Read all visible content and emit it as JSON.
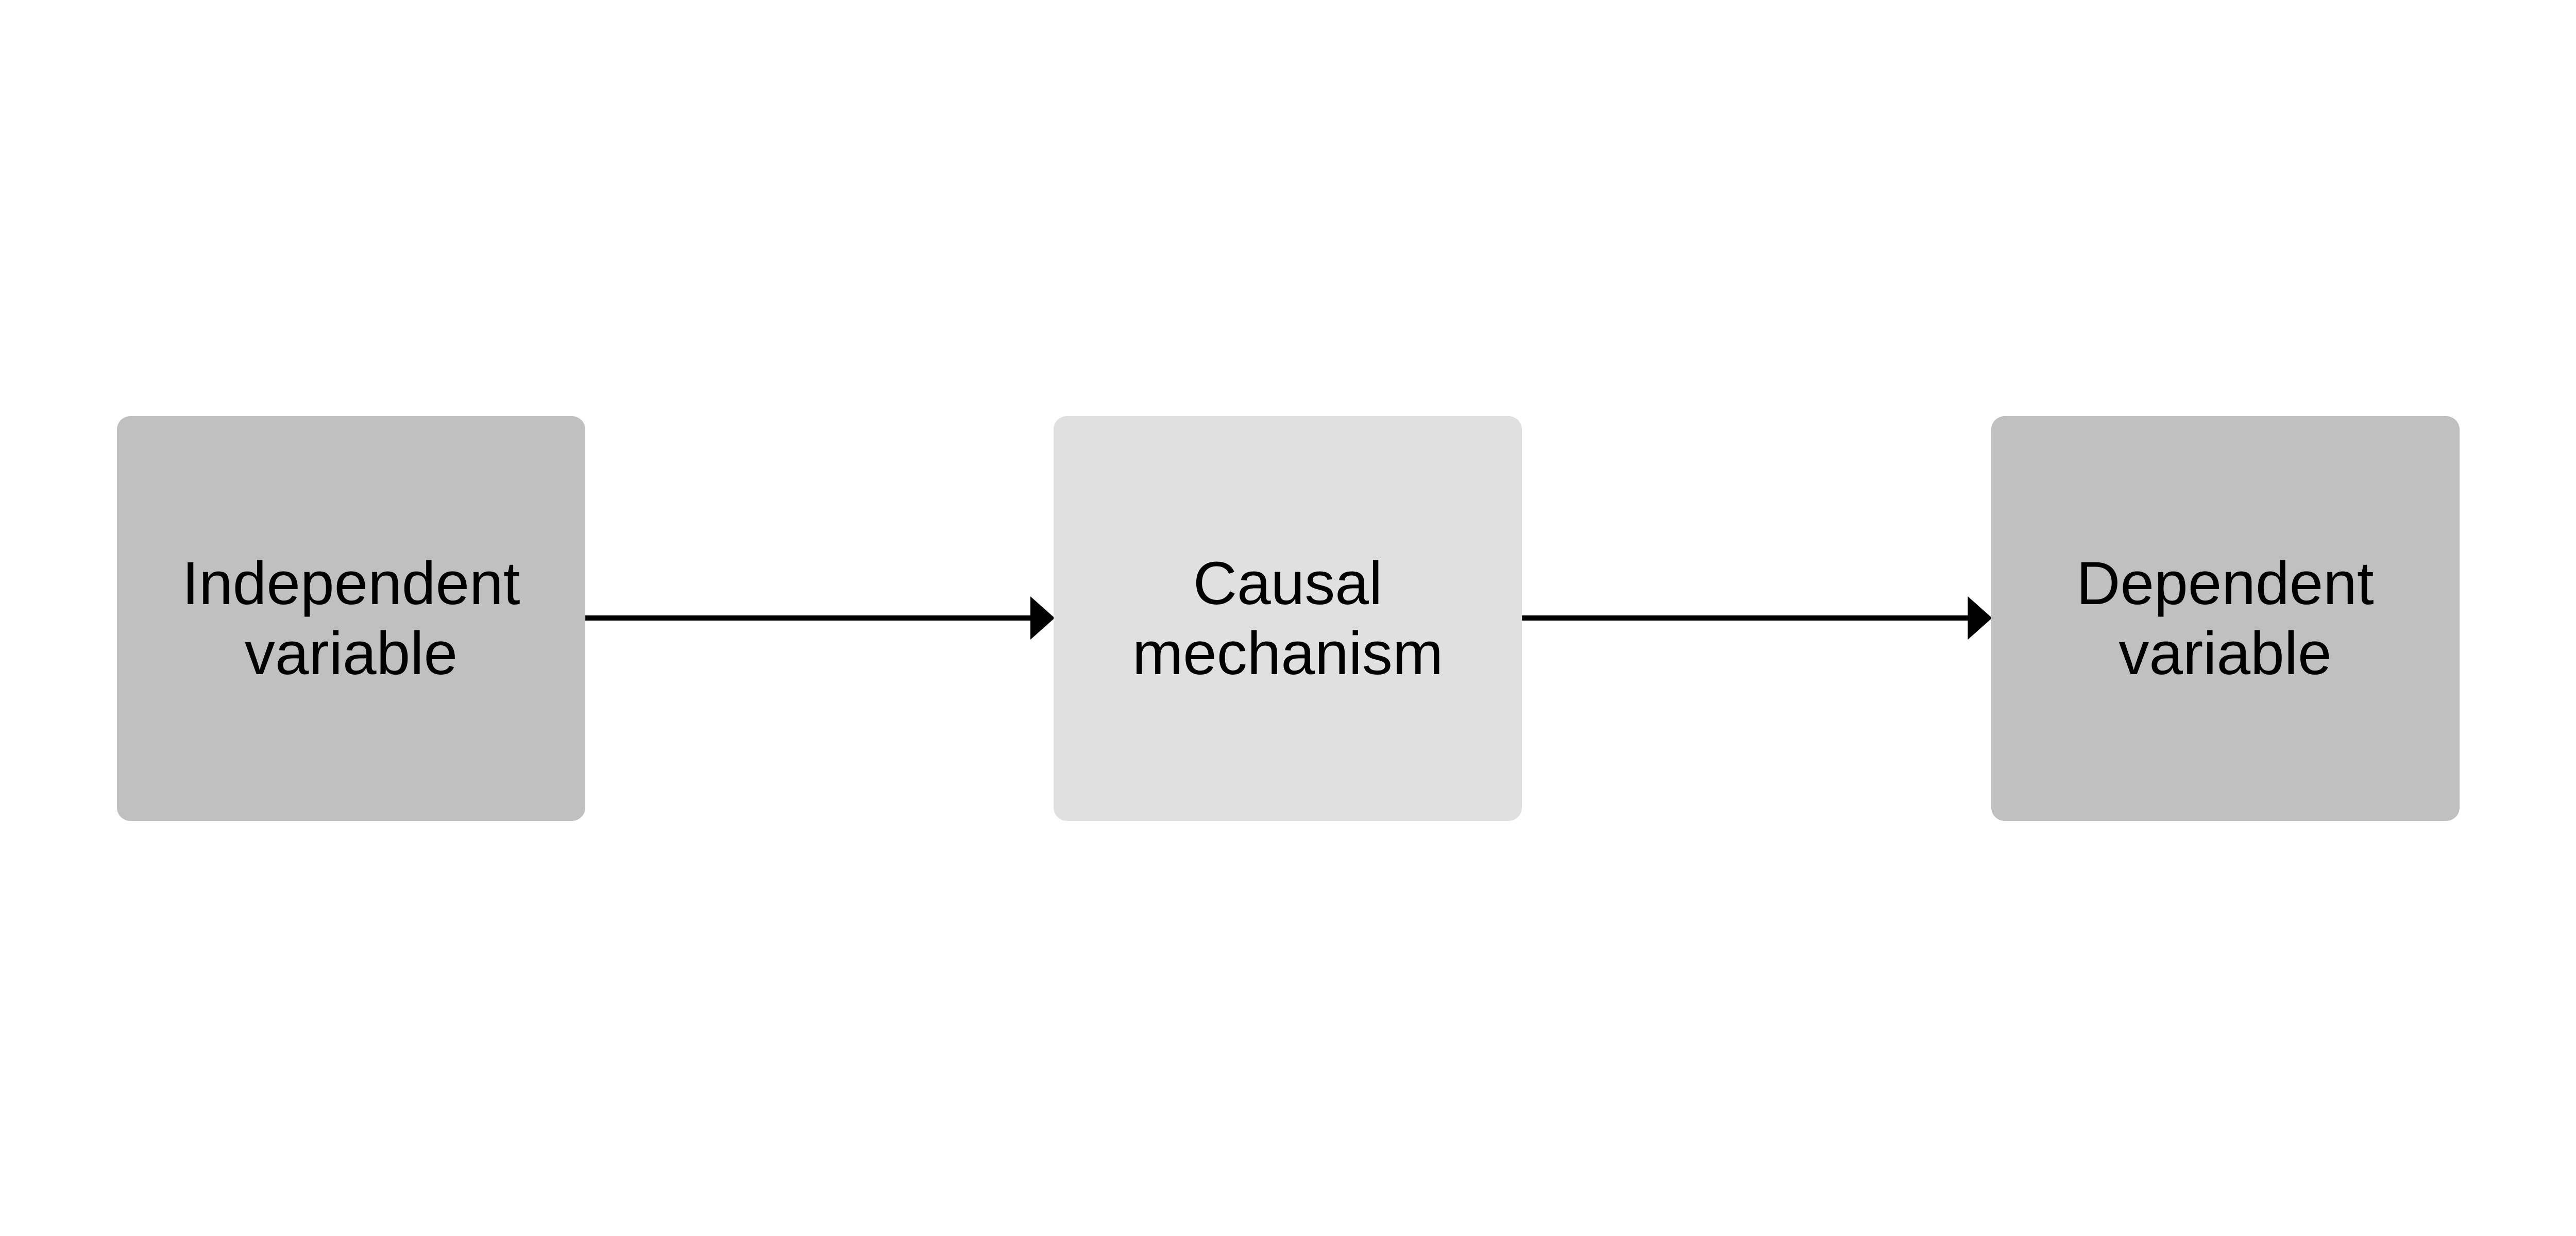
{
  "nodes": [
    {
      "label": "Independent variable",
      "color": "#c0c0c0"
    },
    {
      "label": "Causal mechanism",
      "color": "#e0e0e0"
    },
    {
      "label": "Dependent variable",
      "color": "#c0c0c0"
    }
  ],
  "edges": [
    {
      "from": "Independent variable",
      "to": "Causal mechanism"
    },
    {
      "from": "Causal mechanism",
      "to": "Dependent variable"
    }
  ],
  "edge_color": "#000000"
}
